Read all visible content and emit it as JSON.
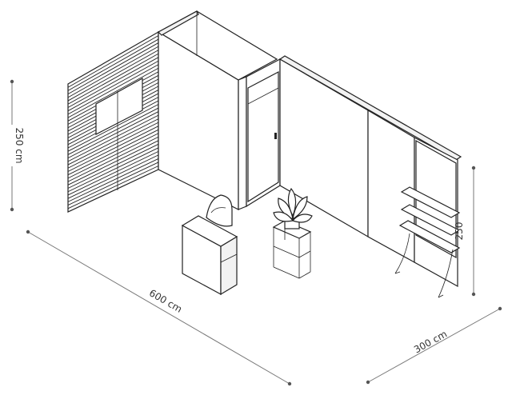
{
  "dimensions": {
    "height_left": "250 cm",
    "width": "600 cm",
    "depth": "300 cm",
    "height_right": "250"
  },
  "colors": {
    "line": "#222222",
    "dimension": "#777777",
    "background": "#ffffff"
  }
}
